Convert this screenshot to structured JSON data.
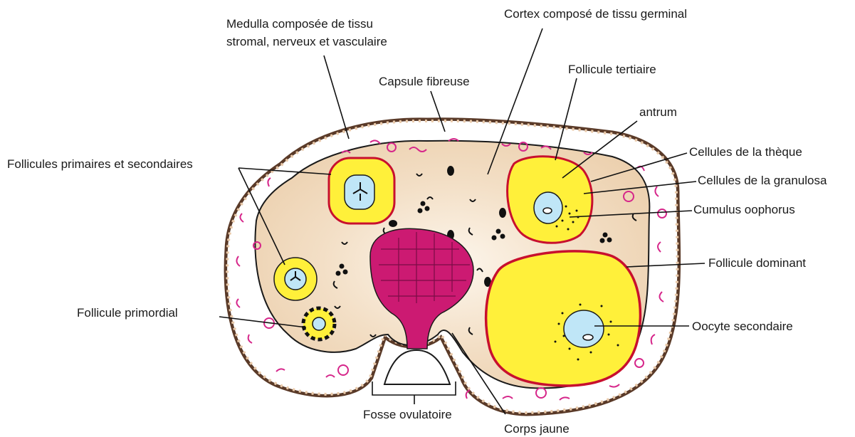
{
  "labels": {
    "medulla_line1": "Medulla composée de tissu",
    "medulla_line2": "stromal, nerveux et vasculaire",
    "cortex": "Cortex composé de tissu germinal",
    "capsule": "Capsule fibreuse",
    "follicule_tertiaire": "Follicule tertiaire",
    "antrum": "antrum",
    "theque": "Cellules de la thèque",
    "granulosa": "Cellules de la granulosa",
    "cumulus": "Cumulus oophorus",
    "primaires_secondaires": "Follicules primaires et secondaires",
    "dominant": "Follicule dominant",
    "primordial": "Follicule primordial",
    "oocyte_secondaire": "Oocyte secondaire",
    "fosse": "Fosse ovulatoire",
    "corps_jaune": "Corps jaune"
  },
  "colors": {
    "cortex_fill": "#f2dcc0",
    "medulla_fill": "#ffffff",
    "capsule_stroke": "#5a3a28",
    "vessel": "#d6268a",
    "follicle_yellow": "#fff03a",
    "theca_red": "#c8102e",
    "oocyte_blue": "#bfe6f7",
    "corpus_luteum": "#cc1a72"
  }
}
